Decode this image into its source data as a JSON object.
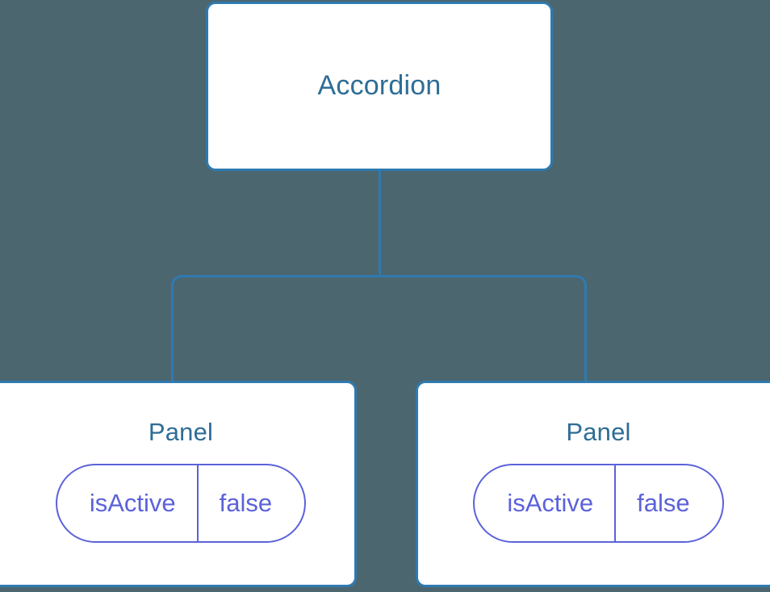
{
  "diagram": {
    "type": "component-tree",
    "background_color": "#4c6670",
    "edge_color": "#2f7ab0",
    "node_border_color": "#2f7ab0",
    "node_fill_color": "#ffffff",
    "title_color": "#2e6d96",
    "state_color": "#5b62da",
    "root": {
      "label": "Accordion"
    },
    "children": [
      {
        "label": "Panel",
        "state": {
          "key": "isActive",
          "value": "false"
        }
      },
      {
        "label": "Panel",
        "state": {
          "key": "isActive",
          "value": "false"
        }
      }
    ]
  }
}
